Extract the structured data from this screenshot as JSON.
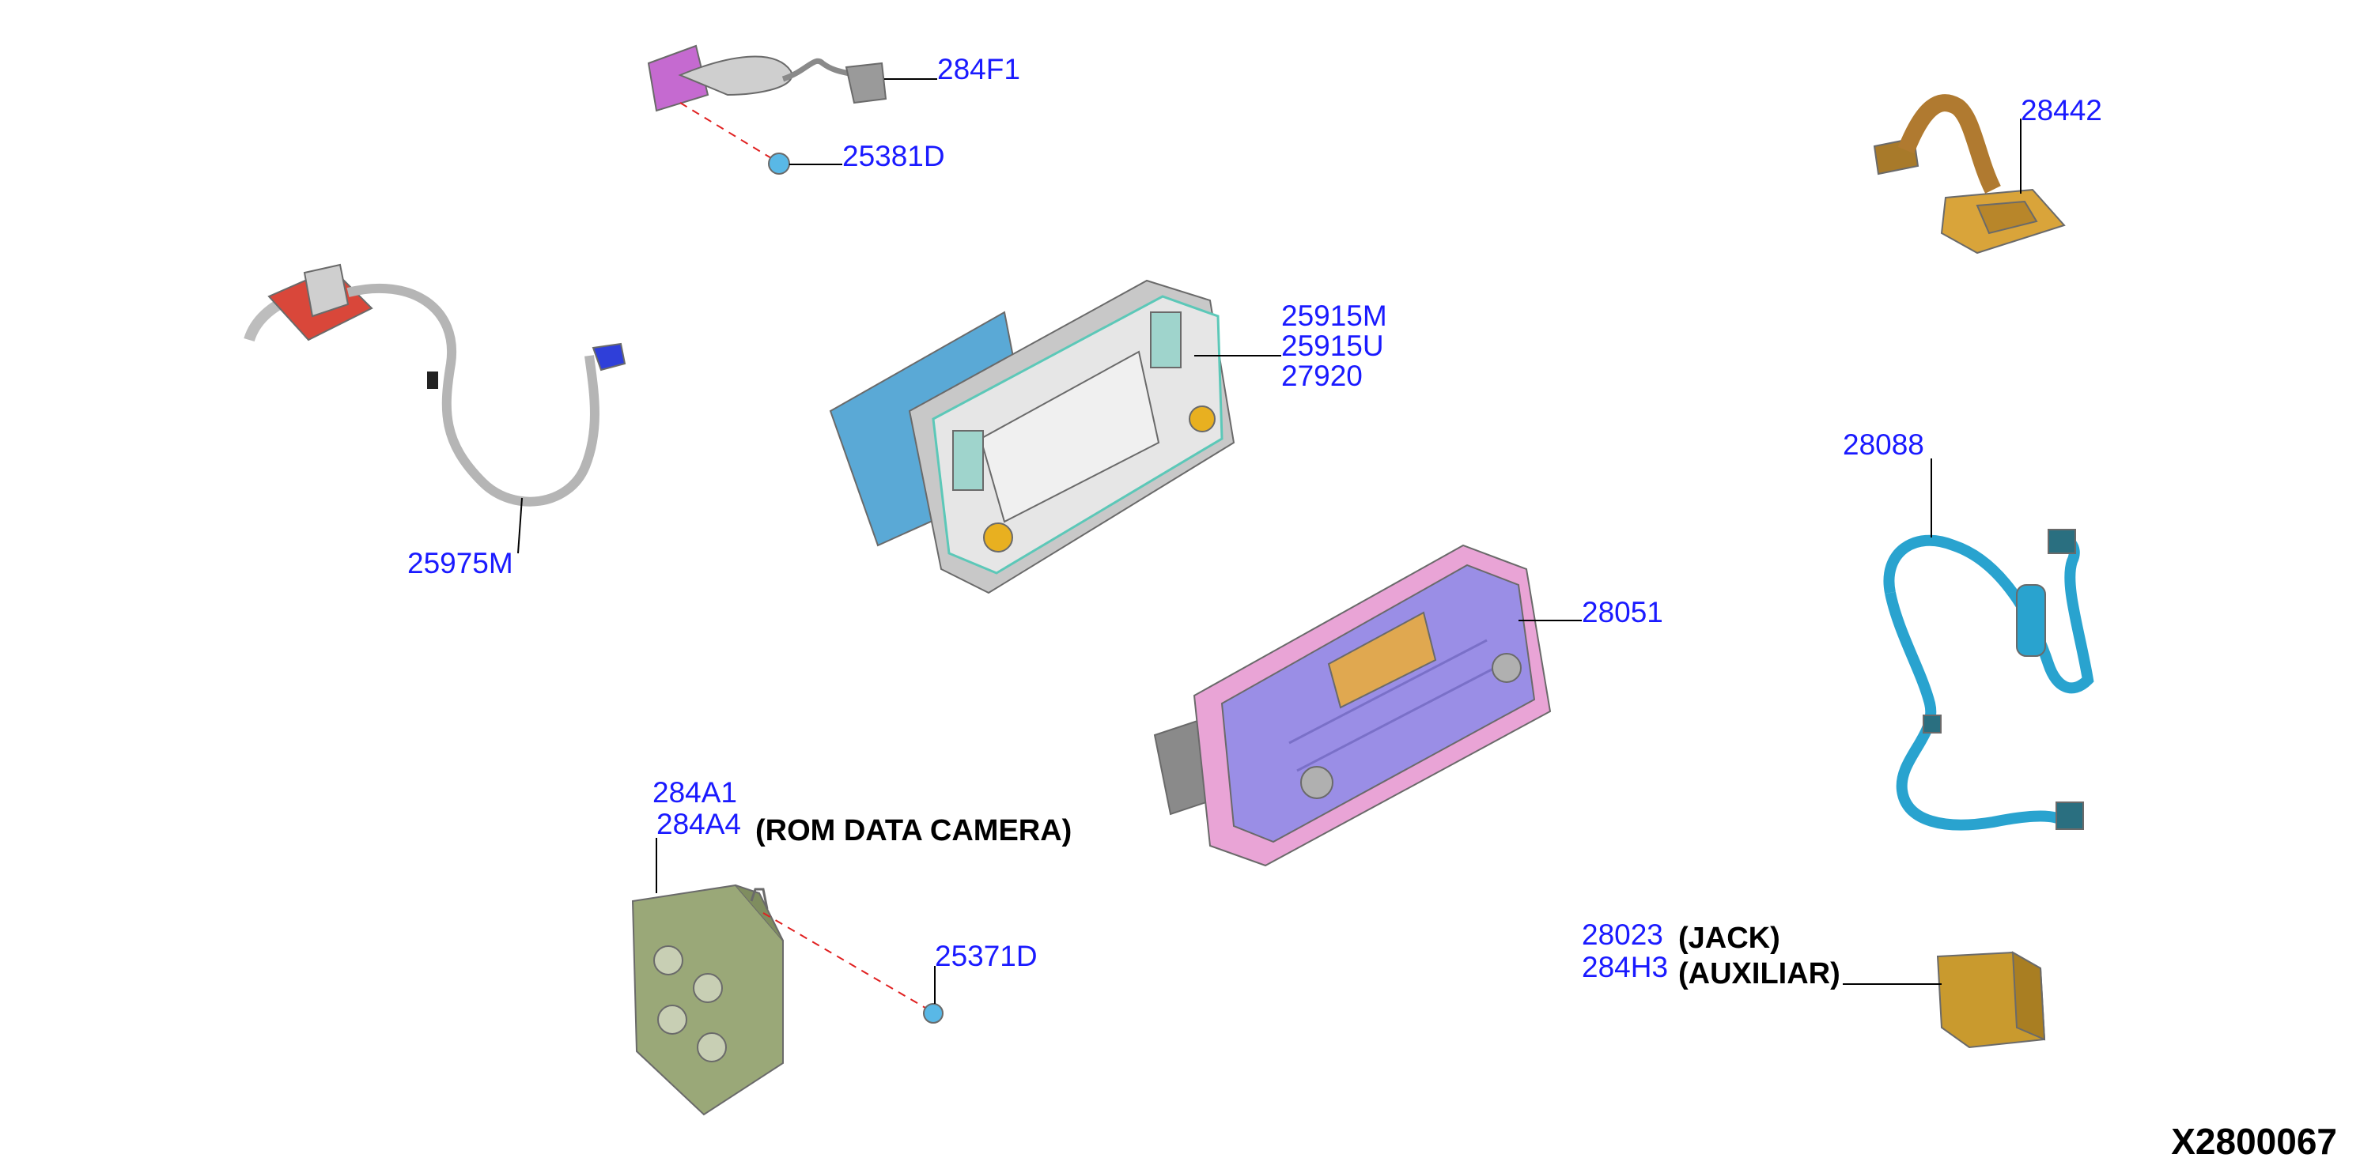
{
  "diagram_id": "X2800067",
  "callouts": {
    "harness_284F1": "284F1",
    "screw_25381D": "25381D",
    "antenna_28442": "28442",
    "cable_25975M": "25975M",
    "display_25915M": "25915M",
    "display_25915U": "25915U",
    "display_27920": "27920",
    "harness_28088": "28088",
    "radio_28051": "28051",
    "camera_284A1": "284A1",
    "camera_284A4": "284A4",
    "camera_note": "(ROM DATA CAMERA)",
    "screw_25371D": "25371D",
    "jack_28023": "28023",
    "jack_note": "(JACK)",
    "aux_284H3": "284H3",
    "aux_note": "(AUXILIAR)"
  },
  "colors": {
    "callout_text": "#1a1aff",
    "note_text": "#000000",
    "antenna": "#d9a43a",
    "display_body": "#5aa9d6",
    "radio_bezel": "#e9a4d6",
    "radio_face": "#9a8ee6",
    "camera_module": "#9aa878",
    "harness_blue": "#29a3cf",
    "aux_jack": "#c99a2e"
  }
}
